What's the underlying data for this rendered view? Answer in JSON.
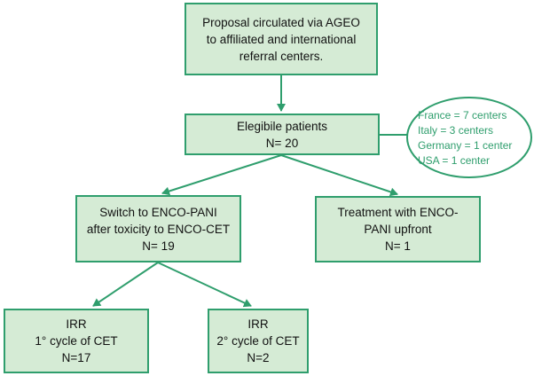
{
  "nodes": {
    "proposal": {
      "lines": [
        "Proposal circulated via AGEO",
        "to affiliated and international",
        "referral centers."
      ]
    },
    "eligible": {
      "lines": [
        "Elegibile patients",
        "N= 20"
      ]
    },
    "switch": {
      "lines": [
        "Switch to ENCO-PANI",
        "after toxicity to ENCO-CET",
        "N= 19"
      ]
    },
    "upfront": {
      "lines": [
        "Treatment with ENCO-",
        "PANI upfront",
        "N= 1"
      ]
    },
    "irr1": {
      "lines": [
        "IRR",
        "1° cycle of CET",
        "N=17"
      ]
    },
    "irr2": {
      "lines": [
        "IRR",
        "2° cycle of CET",
        "N=2"
      ]
    }
  },
  "centers": [
    "France = 7 centers",
    "Italy = 3 centers",
    "Germany = 1 center",
    "USA = 1 center"
  ],
  "colors": {
    "accent": "#2f9e6d",
    "fill": "#d5ebd5"
  }
}
